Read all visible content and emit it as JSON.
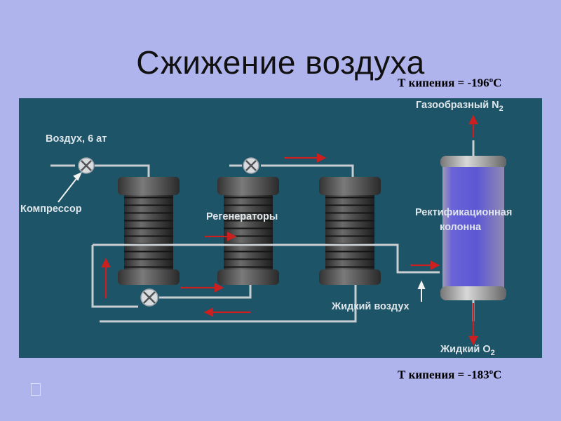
{
  "slide": {
    "title": "Сжижение воздуха",
    "boiling_top_text": "Т кипения = -196",
    "boiling_top_unit": "С",
    "boiling_bottom_text": "Т кипения = -183",
    "boiling_bottom_unit": "С",
    "degree_mark": "o"
  },
  "diagram": {
    "air_input": "Воздух, 6 ат",
    "compressor": "Компрессор",
    "regenerators": "Регенераторы",
    "column_line1": "Ректификационная",
    "column_line2": "колонна",
    "gas_n2": "Газообразный N",
    "gas_n2_sub": "2",
    "liquid_air": "Жидкий воздух",
    "liquid_o2": "Жидкий O",
    "liquid_o2_sub": "2"
  },
  "colors": {
    "background": "#b0b4ec",
    "panel": "#1d5468",
    "arrow": "#cc1f1f",
    "column": "#6a64d8"
  }
}
